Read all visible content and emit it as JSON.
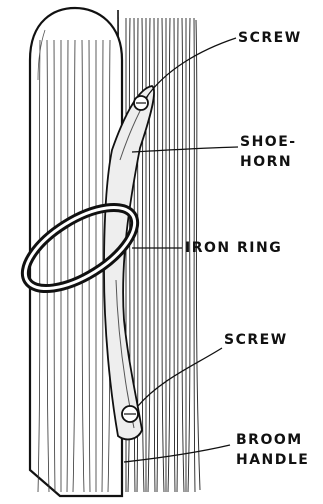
{
  "labels": {
    "screw_top": "SCREW",
    "shoehorn_line1": "SHOE-",
    "shoehorn_line2": "HORN",
    "iron_ring": "IRON RING",
    "screw_bottom": "SCREW",
    "broom_line1": "BROOM",
    "broom_line2": "HANDLE"
  },
  "colors": {
    "ink": "#111111",
    "paper": "#ffffff"
  }
}
